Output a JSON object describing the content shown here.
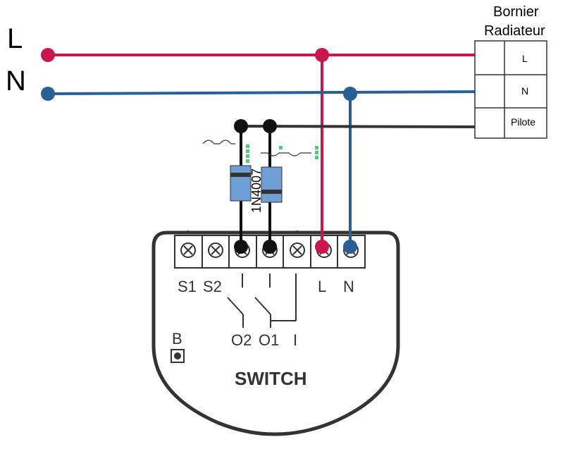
{
  "lines": {
    "L": "L",
    "N": "N"
  },
  "terminal_block": {
    "title_line1": "Bornier",
    "title_line2": "Radiateur",
    "rows": [
      "L",
      "N",
      "Pilote"
    ]
  },
  "module": {
    "title": "SWITCH",
    "terminals_top": [
      "S1",
      "S2"
    ],
    "terminals_out": [
      "O2",
      "O1",
      "I"
    ],
    "terminals_power": [
      "L",
      "N"
    ],
    "button_label": "B"
  },
  "diode": {
    "part": "1N4007"
  },
  "colors": {
    "live": "#c8174a",
    "neutral": "#2a5f96",
    "pilot": "#333333",
    "diode_body": "#6f9fd4",
    "module_stroke": "#333333",
    "signal_marker": "#4bd07a"
  }
}
